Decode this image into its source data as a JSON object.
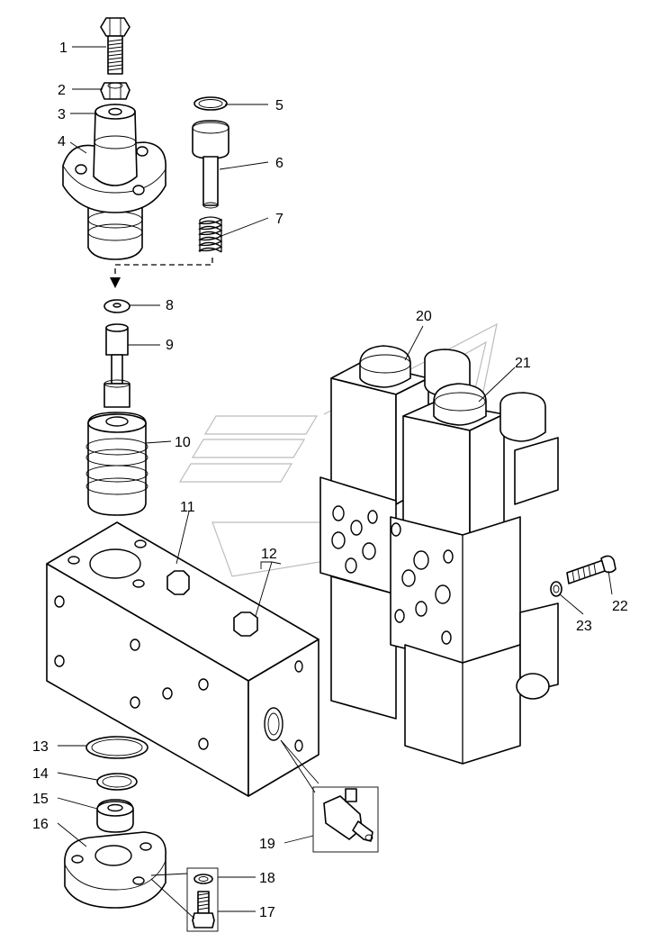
{
  "callouts": [
    {
      "id": "1",
      "text": "1"
    },
    {
      "id": "2",
      "text": "2"
    },
    {
      "id": "3",
      "text": "3"
    },
    {
      "id": "4",
      "text": "4"
    },
    {
      "id": "5",
      "text": "5"
    },
    {
      "id": "6",
      "text": "6"
    },
    {
      "id": "7",
      "text": "7"
    },
    {
      "id": "8",
      "text": "8"
    },
    {
      "id": "9",
      "text": "9"
    },
    {
      "id": "10",
      "text": "10"
    },
    {
      "id": "11",
      "text": "11"
    },
    {
      "id": "12",
      "text": "12"
    },
    {
      "id": "13",
      "text": "13"
    },
    {
      "id": "14",
      "text": "14"
    },
    {
      "id": "15",
      "text": "15"
    },
    {
      "id": "16",
      "text": "16"
    },
    {
      "id": "17",
      "text": "17"
    },
    {
      "id": "18",
      "text": "18"
    },
    {
      "id": "19",
      "text": "19"
    },
    {
      "id": "20",
      "text": "20"
    },
    {
      "id": "21",
      "text": "21"
    },
    {
      "id": "22",
      "text": "22"
    },
    {
      "id": "23",
      "text": "23"
    }
  ],
  "colors": {
    "line": "#000000",
    "background": "#ffffff",
    "watermark": "#bcbcbc"
  }
}
